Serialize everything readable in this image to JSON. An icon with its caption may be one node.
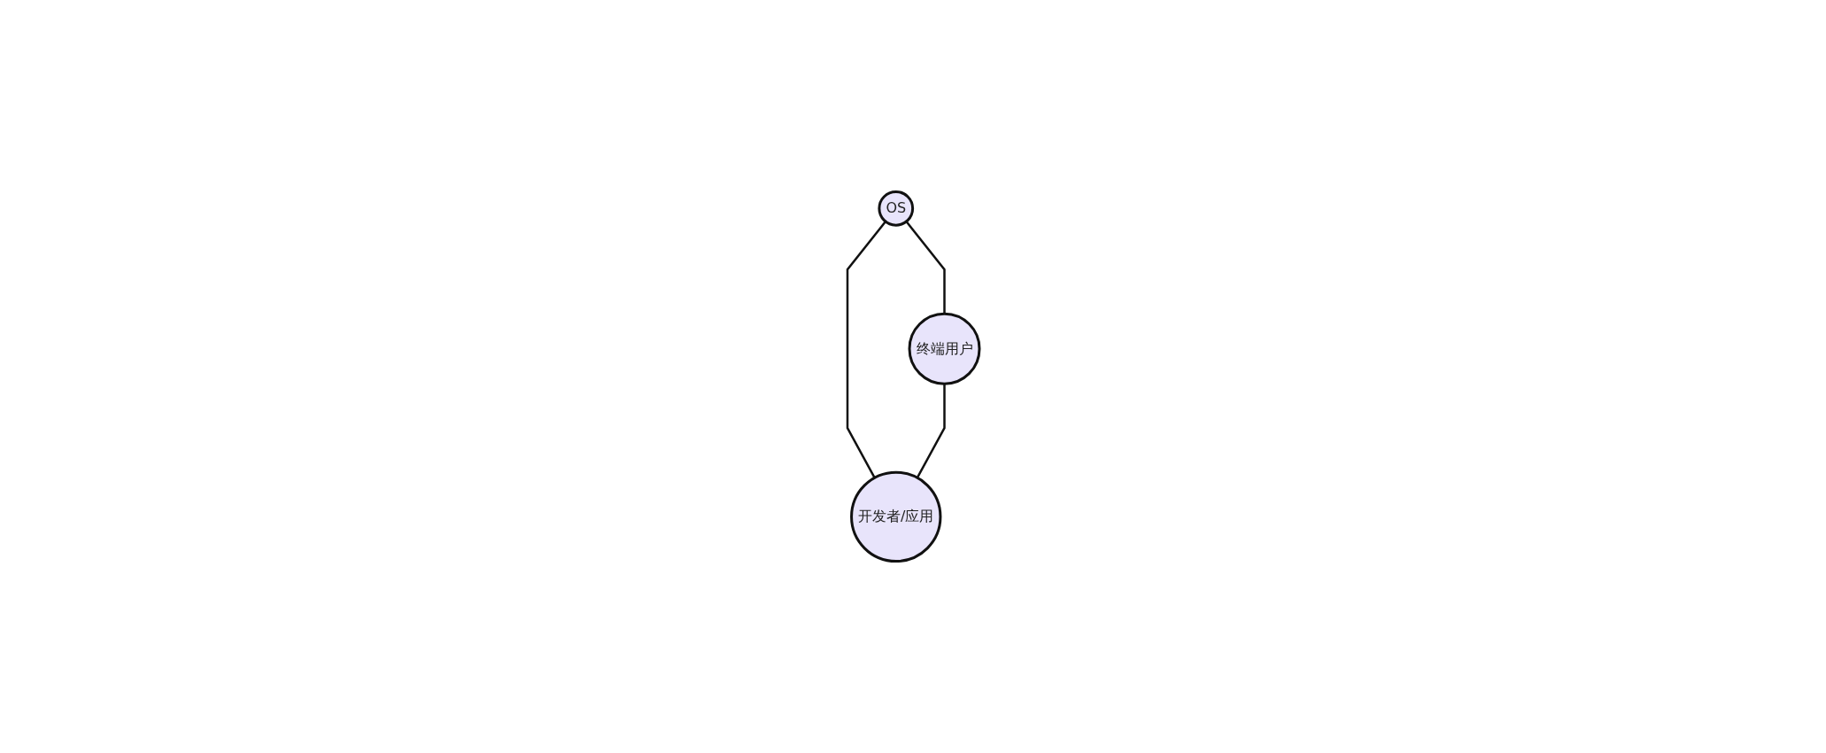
{
  "diagram": {
    "nodes": [
      {
        "text": [
          "OS"
        ]
      },
      {
        "text": [
          "终端用户"
        ]
      },
      {
        "text": [
          "开发者/应用"
        ]
      }
    ],
    "edges": [
      {
        "from": 0,
        "to": 1,
        "arrow": "none"
      },
      {
        "from": 0,
        "to": 2,
        "arrow": "none"
      },
      {
        "from": 1,
        "to": 2,
        "arrow": "none"
      }
    ]
  }
}
